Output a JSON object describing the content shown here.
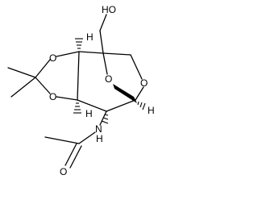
{
  "molecule": {
    "labels": {
      "hydroxyl": "HO",
      "ring_oxygen_upper": "O",
      "ring_oxygen_lower": "O",
      "bridge_oxygen": "O",
      "ether_oxygen": "O",
      "stereo_h_upper": "H",
      "stereo_h_lower": "H",
      "stereo_h_right": "H",
      "amide_nitrogen": "N",
      "amide_nitrogen_h": "H",
      "carbonyl_oxygen": "O"
    }
  }
}
